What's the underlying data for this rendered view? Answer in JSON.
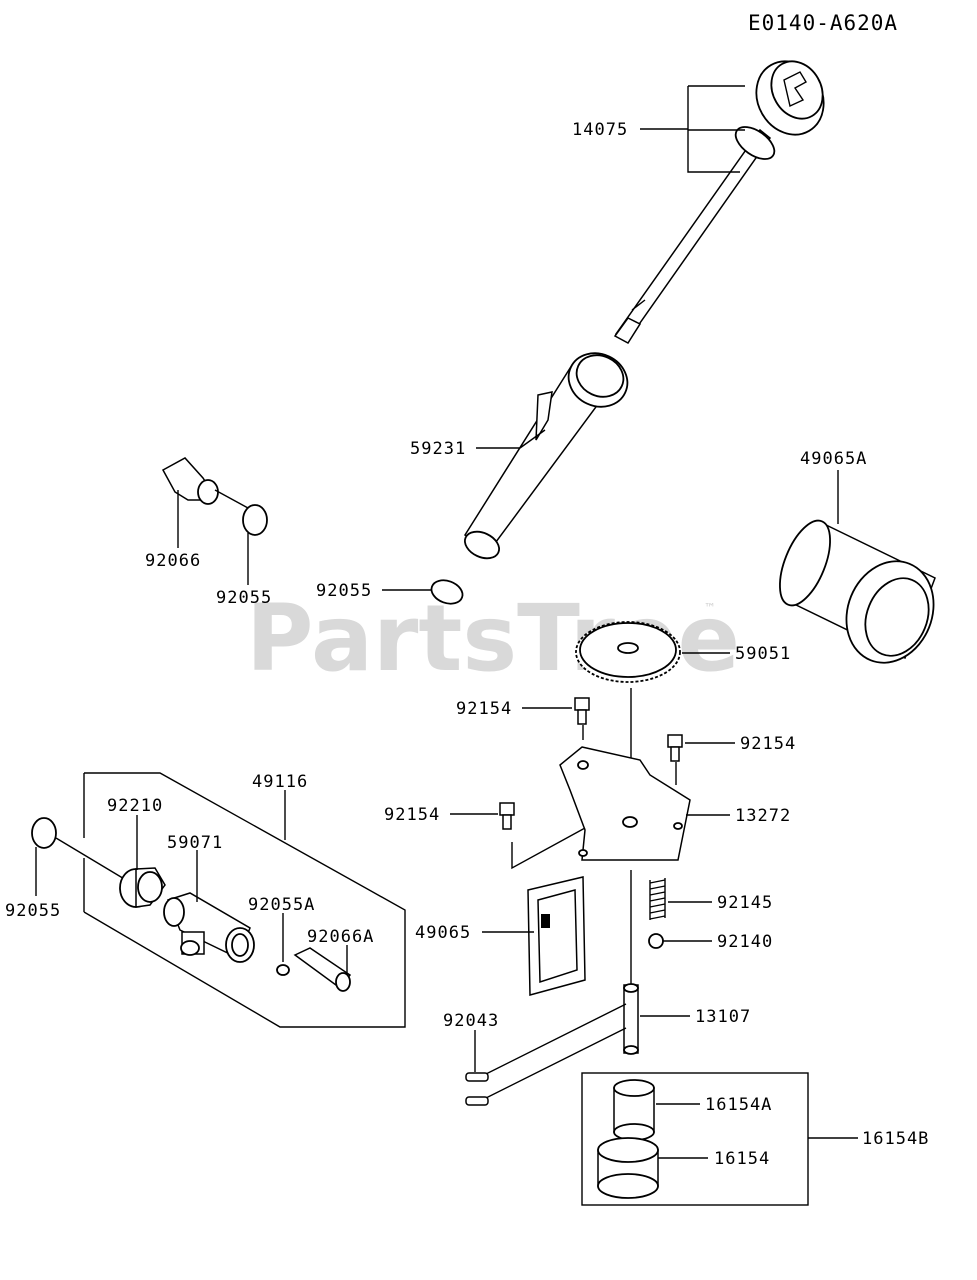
{
  "diagram_code": "E0140-A620A",
  "watermark": "PartsTree",
  "watermark_tm": "™",
  "parts": {
    "p14075": "14075",
    "p59231": "59231",
    "p49065A": "49065A",
    "p92066": "92066",
    "p92055_a": "92055",
    "p92055_b": "92055",
    "p59051": "59051",
    "p92154_a": "92154",
    "p92154_b": "92154",
    "p92154_c": "92154",
    "p49116": "49116",
    "p92210": "92210",
    "p59071": "59071",
    "p13272": "13272",
    "p92055_c": "92055",
    "p92055A": "92055A",
    "p92066A": "92066A",
    "p92145": "92145",
    "p49065": "49065",
    "p92140": "92140",
    "p92043": "92043",
    "p13107": "13107",
    "p16154A": "16154A",
    "p16154B": "16154B",
    "p16154": "16154"
  }
}
